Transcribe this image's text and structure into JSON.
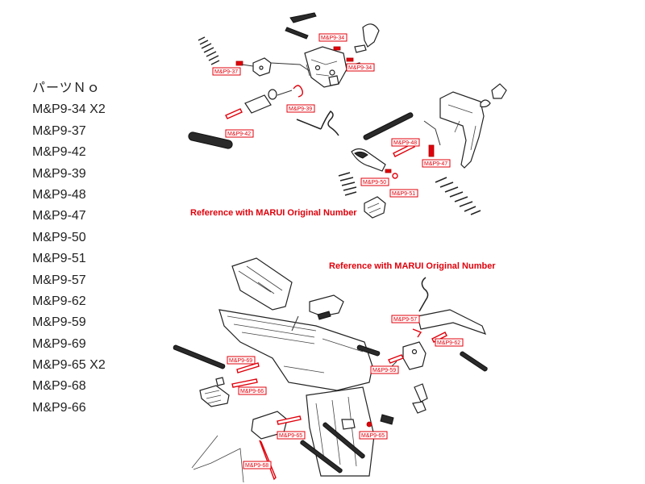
{
  "parts_list": {
    "heading": "パーツＮｏ",
    "items": [
      "M&P9-34 X2",
      "M&P9-37",
      "M&P9-42",
      "M&P9-39",
      "M&P9-48",
      "M&P9-47",
      "M&P9-50",
      "M&P9-51",
      "M&P9-57",
      "M&P9-62",
      "M&P9-59",
      "M&P9-69",
      "M&P9-65 X2",
      "M&P9-68",
      "M&P9-66"
    ]
  },
  "notes": {
    "top": "Reference with MARUI Original Number",
    "bottom": "Reference with MARUI Original Number"
  },
  "tags": {
    "t34a": "M&P9-34",
    "t34b": "M&P9-34",
    "t37": "M&P9-37",
    "t39": "M&P9-39",
    "t42": "M&P9-42",
    "t48": "M&P9-48",
    "t47": "M&P9-47",
    "t50": "M&P9-50",
    "t51": "M&P9-51",
    "t57": "M&P9-57",
    "t62": "M&P9-62",
    "t59": "M&P9-59",
    "t69": "M&P9-69",
    "t65a": "M&P9-65",
    "t65b": "M&P9-65",
    "t68": "M&P9-68",
    "t66": "M&P9-66"
  },
  "colors": {
    "callout_red": "#e0000b",
    "line_art": "#222222"
  }
}
